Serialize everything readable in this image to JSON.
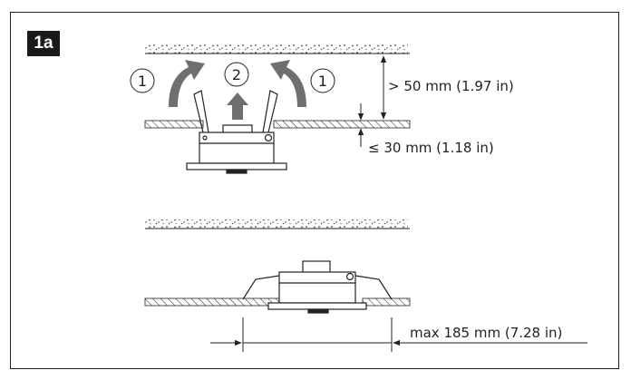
{
  "step": {
    "label": "1a"
  },
  "steps": {
    "one": "1",
    "two": "2"
  },
  "dimensions": {
    "clearance_above": "> 50 mm (1.97 in)",
    "max_ceiling_thickness": "≤ 30 mm (1.18 in)",
    "max_outer_diameter": "max 185 mm (7.28 in)"
  },
  "colors": {
    "arrow": "#6f6f6f",
    "line": "#222222"
  }
}
